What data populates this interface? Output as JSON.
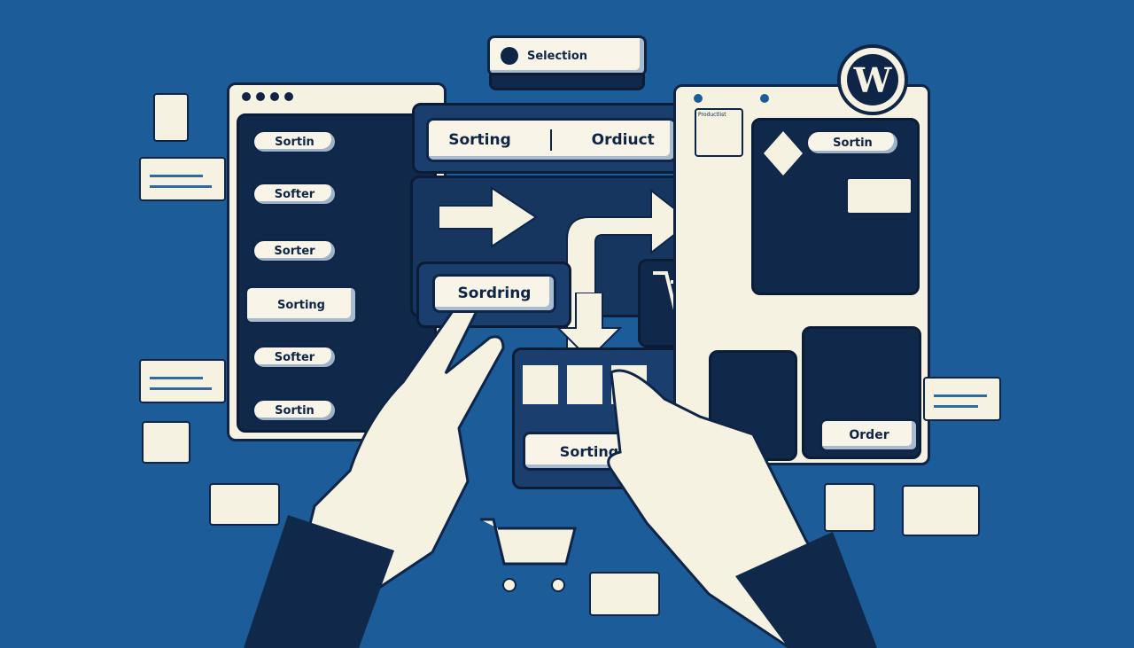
{
  "top_button": {
    "label": "Selection",
    "icon": "pen-icon"
  },
  "center_bar": {
    "left": "Sorting",
    "right": "Ordiuct"
  },
  "left_list": [
    "Sortin",
    "Softer",
    "Sorter",
    "Sorting",
    "Softer",
    "Sortin"
  ],
  "center_pressed_button": "Sordring",
  "bottom_center_button": "Sorting",
  "right_panel": {
    "top_pill": "Sortin",
    "bottom_button": "Order",
    "logo_letter": "W",
    "tab_label": "Productlist"
  },
  "colors": {
    "background": "#1c5c98",
    "navy": "#10284a",
    "cream": "#f6f2e2"
  }
}
